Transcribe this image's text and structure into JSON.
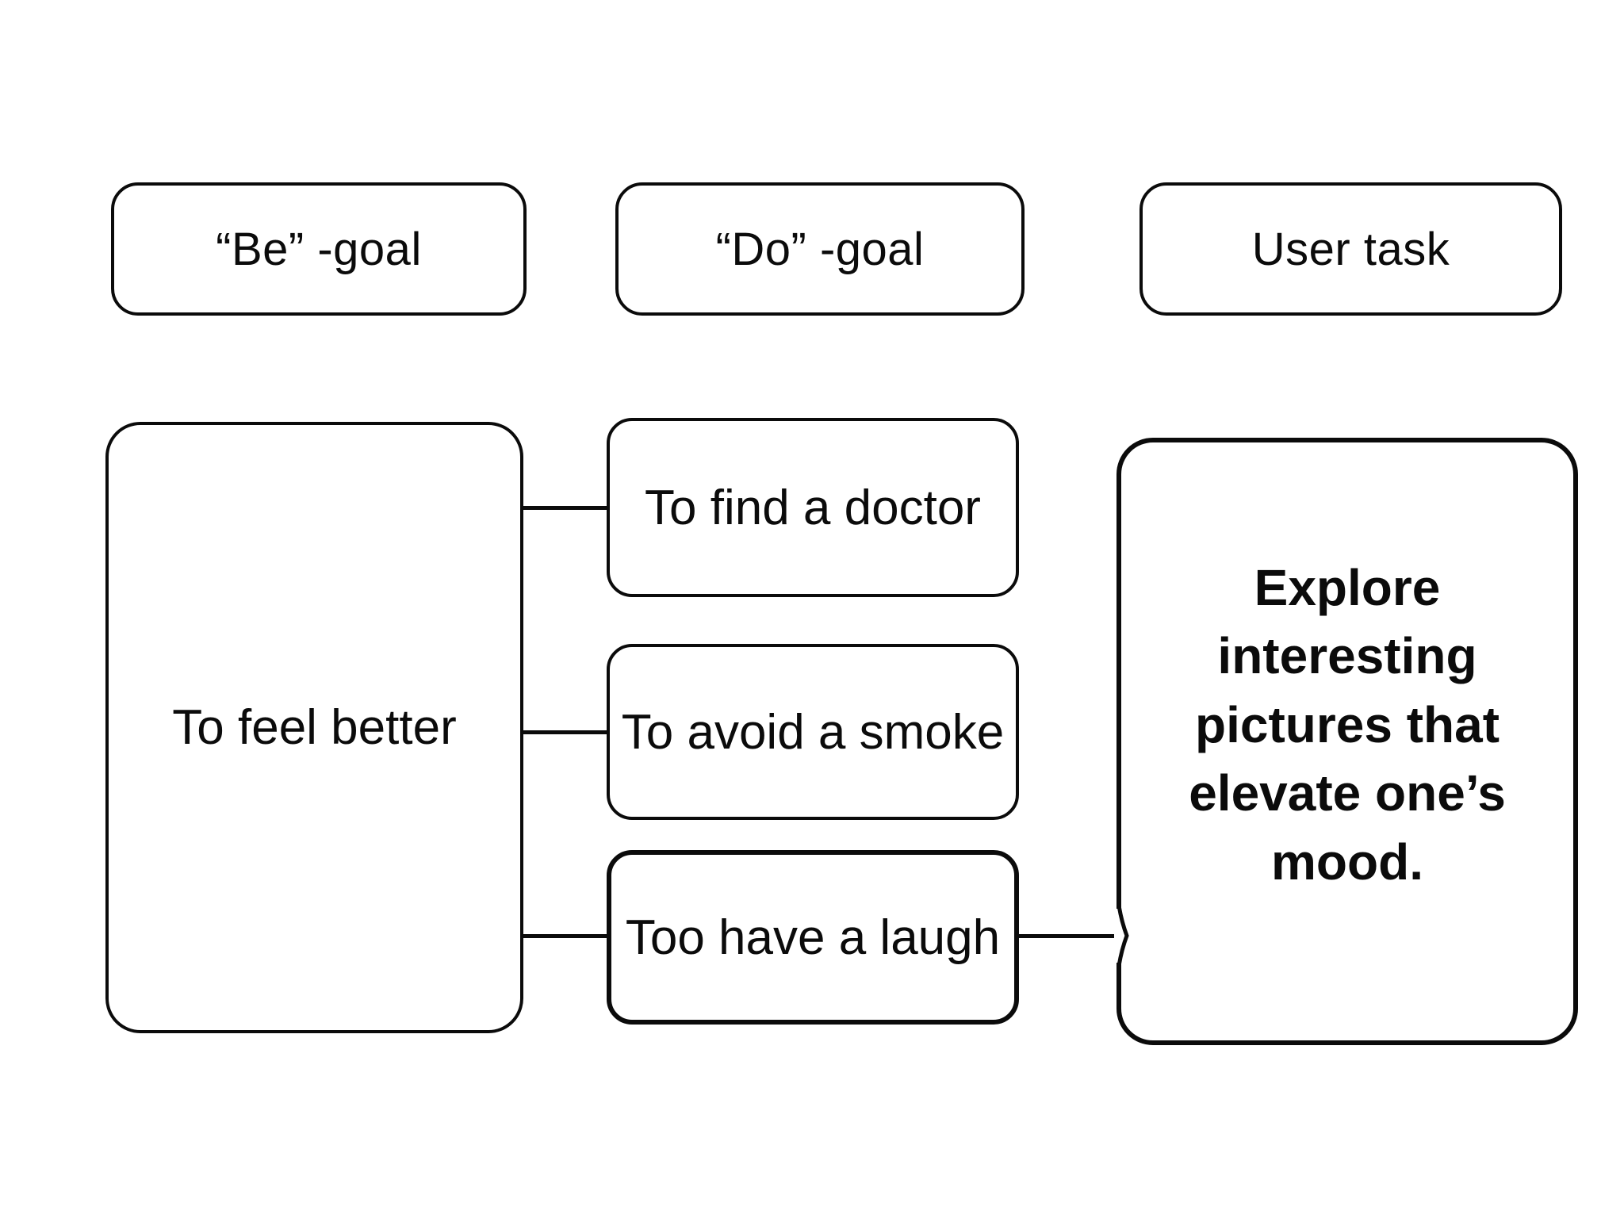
{
  "canvas": {
    "background_color": "#ffffff",
    "stroke_color": "#0b0b0b"
  },
  "headers": [
    {
      "label": "“Be” -goal"
    },
    {
      "label": "“Do” -goal"
    },
    {
      "label": "User task"
    }
  ],
  "be_goal": {
    "label": "To feel better"
  },
  "do_goals": [
    {
      "label": "To find a doctor"
    },
    {
      "label": "To avoid a smoke"
    },
    {
      "label": "Too have a laugh"
    }
  ],
  "user_task": {
    "label": "Explore\ninteresting\npictures that\nelevate one’s\nmood."
  }
}
